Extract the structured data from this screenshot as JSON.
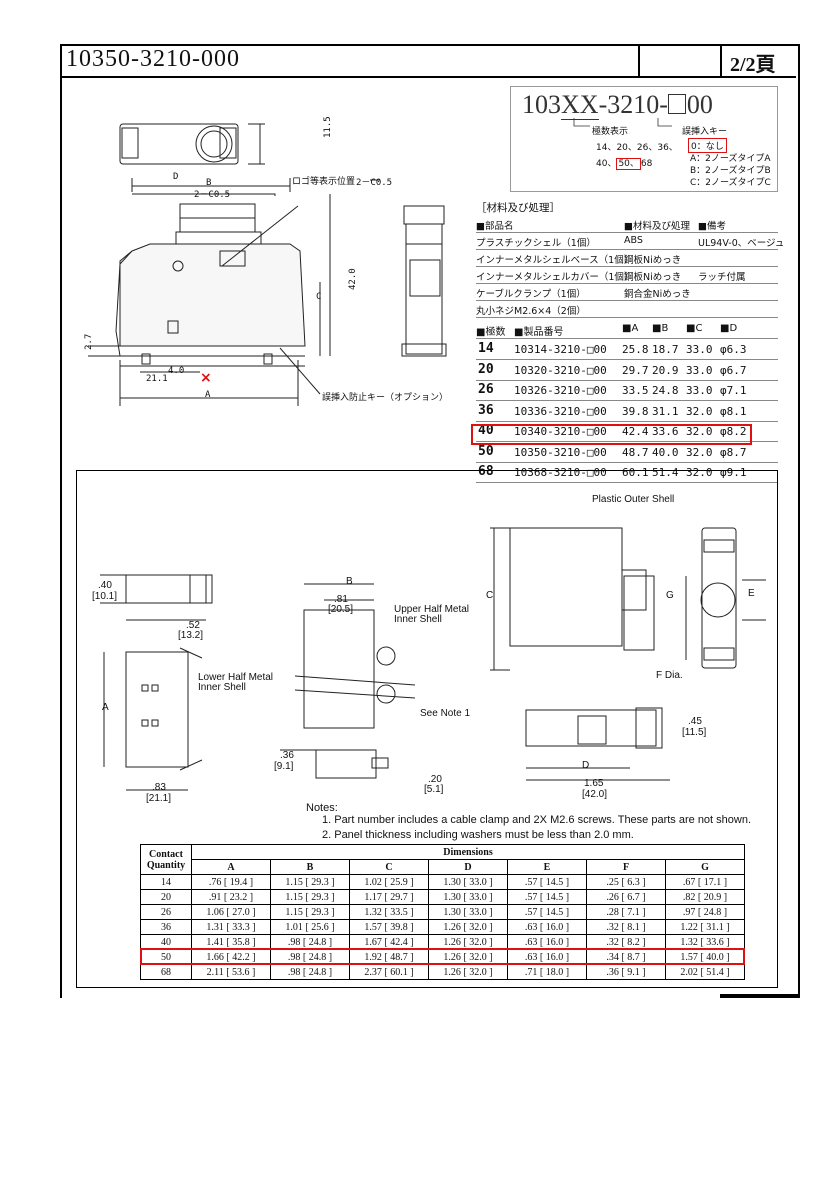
{
  "header": {
    "title": "10350-3210-000",
    "page": "2/2頁"
  },
  "part_number_box": {
    "code_prefix": "103",
    "code_xx": "XX",
    "code_mid": "-3210-",
    "code_suffix": "00",
    "label_poles": "極数表示",
    "label_key": "誤挿入キー",
    "poles_line1": "14、20、26、36、",
    "poles_line2_a": "40、",
    "poles_line2_b": "50、",
    "poles_line2_c": "68",
    "key_0": "0：なし",
    "key_a": "A：2ノーズタイプA",
    "key_b": "B：2ノーズタイプB",
    "key_c": "C：2ノーズタイプC"
  },
  "materials": {
    "heading": "［材料及び処理］",
    "col_part": "■部品名",
    "col_material": "■材料及び処理",
    "col_remarks": "■備考",
    "rows": [
      {
        "part": "プラスチックシェル（1個）",
        "material": "ABS",
        "remarks": "UL94V-0、ベージュ"
      },
      {
        "part": "インナーメタルシェルベース（1個）",
        "material": "鋼板Niめっき",
        "remarks": ""
      },
      {
        "part": "インナーメタルシェルカバー（1個）",
        "material": "鋼板Niめっき",
        "remarks": "ラッチ付属"
      },
      {
        "part": "ケーブルクランプ（1個）",
        "material": "銅合金Niめっき",
        "remarks": ""
      },
      {
        "part": "丸小ネジM2.6×4（2個）",
        "material": "",
        "remarks": ""
      }
    ]
  },
  "dim_table": {
    "col_qty": "■極数",
    "col_pn": "■製品番号",
    "col_a": "■A",
    "col_b": "■B",
    "col_c": "■C",
    "col_d": "■D",
    "rows": [
      {
        "qty": "14",
        "pn": "10314-3210-□00",
        "a": "25.8",
        "b": "18.7",
        "c": "33.0",
        "d": "φ6.3"
      },
      {
        "qty": "20",
        "pn": "10320-3210-□00",
        "a": "29.7",
        "b": "20.9",
        "c": "33.0",
        "d": "φ6.7"
      },
      {
        "qty": "26",
        "pn": "10326-3210-□00",
        "a": "33.5",
        "b": "24.8",
        "c": "33.0",
        "d": "φ7.1"
      },
      {
        "qty": "36",
        "pn": "10336-3210-□00",
        "a": "39.8",
        "b": "31.1",
        "c": "32.0",
        "d": "φ8.1"
      },
      {
        "qty": "40",
        "pn": "10340-3210-□00",
        "a": "42.4",
        "b": "33.6",
        "c": "32.0",
        "d": "φ8.2"
      },
      {
        "qty": "50",
        "pn": "10350-3210-□00",
        "a": "48.7",
        "b": "40.0",
        "c": "32.0",
        "d": "φ8.7"
      },
      {
        "qty": "68",
        "pn": "10368-3210-□00",
        "a": "60.1",
        "b": "51.4",
        "c": "32.0",
        "d": "φ9.1"
      }
    ]
  },
  "upper_drawing": {
    "dim_115": "11.5",
    "dim_d": "D",
    "dim_b": "B",
    "dim_2c05_a": "2－C0.5",
    "dim_2c05_b": "2－C0.5",
    "logo_label": "ロゴ等表示位置",
    "dim_420": "42.0",
    "dim_c": "C",
    "dim_27": "2.7",
    "dim_40": "4.0",
    "dim_211": "21.1",
    "dim_a": "A",
    "key_option": "誤挿入防止キー（オプション）",
    "mark_x": "×"
  },
  "lower_drawing": {
    "plastic_shell": "Plastic Outer Shell",
    "upper_half_1": "Upper Half Metal",
    "upper_half_2": "Inner Shell",
    "lower_half_1": "Lower Half Metal",
    "lower_half_2": "Inner Shell",
    "see_note": "See Note 1",
    "f_dia": "F Dia.",
    "d40": ".40",
    "d101": "[10.1]",
    "d52": ".52",
    "d132": "[13.2]",
    "lb": "B",
    "d81": ".81",
    "d205": "[20.5]",
    "la": "A",
    "d83": ".83",
    "d211": "[21.1]",
    "d36": ".36",
    "d91": "[9.1]",
    "d20": ".20",
    "d51": "[5.1]",
    "lc": "C",
    "lg": "G",
    "le": "E",
    "d45": ".45",
    "d115": "[11.5]",
    "ld": "D",
    "d165": "1.65",
    "d420": "[42.0]"
  },
  "notes": {
    "heading": "Notes:",
    "n1": "1.  Part number includes a cable clamp and 2X M2.6 screws. These parts are not shown.",
    "n2": "2.  Panel thickness including washers must be less than 2.0 mm."
  },
  "inch_table": {
    "head_qty": "Contact Quantity",
    "head_dims": "Dimensions",
    "cols": [
      "A",
      "B",
      "C",
      "D",
      "E",
      "F",
      "G"
    ],
    "rows": [
      [
        "14",
        ".76 [ 19.4 ]",
        "1.15 [ 29.3 ]",
        "1.02 [ 25.9 ]",
        "1.30 [ 33.0 ]",
        ".57 [ 14.5 ]",
        ".25 [ 6.3 ]",
        ".67 [ 17.1 ]"
      ],
      [
        "20",
        ".91 [ 23.2 ]",
        "1.15 [ 29.3 ]",
        "1.17 [ 29.7 ]",
        "1.30 [ 33.0 ]",
        ".57 [ 14.5 ]",
        ".26 [ 6.7 ]",
        ".82 [ 20.9 ]"
      ],
      [
        "26",
        "1.06 [ 27.0 ]",
        "1.15 [ 29.3 ]",
        "1.32 [ 33.5 ]",
        "1.30 [ 33.0 ]",
        ".57 [ 14.5 ]",
        ".28 [ 7.1 ]",
        ".97 [ 24.8 ]"
      ],
      [
        "36",
        "1.31 [ 33.3 ]",
        "1.01 [ 25.6 ]",
        "1.57 [ 39.8 ]",
        "1.26 [ 32.0 ]",
        ".63 [ 16.0 ]",
        ".32 [ 8.1 ]",
        "1.22 [ 31.1 ]"
      ],
      [
        "40",
        "1.41 [ 35.8 ]",
        ".98 [ 24.8 ]",
        "1.67 [ 42.4 ]",
        "1.26 [ 32.0 ]",
        ".63 [ 16.0 ]",
        ".32 [ 8.2 ]",
        "1.32 [ 33.6 ]"
      ],
      [
        "50",
        "1.66 [ 42.2 ]",
        ".98 [ 24.8 ]",
        "1.92 [ 48.7 ]",
        "1.26 [ 32.0 ]",
        ".63 [ 16.0 ]",
        ".34 [ 8.7 ]",
        "1.57 [ 40.0 ]"
      ],
      [
        "68",
        "2.11 [ 53.6 ]",
        ".98 [ 24.8 ]",
        "2.37 [ 60.1 ]",
        "1.26 [ 32.0 ]",
        ".71 [ 18.0 ]",
        ".36 [ 9.1 ]",
        "2.02 [ 51.4 ]"
      ]
    ]
  },
  "colors": {
    "highlight": "#d11111",
    "line": "#000000"
  }
}
